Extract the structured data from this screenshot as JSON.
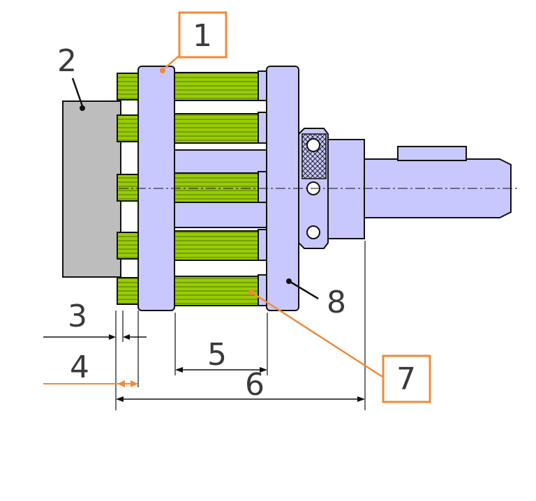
{
  "labels": {
    "part_1": "1",
    "part_2": "2",
    "dim_3": "3",
    "dim_4": "4",
    "dim_5": "5",
    "dim_6": "6",
    "part_7": "7",
    "part_8": "8"
  },
  "colors": {
    "plate": "#c8c8ff",
    "roller": "#99cc00",
    "workpiece": "#bdbdbd",
    "callout_orange": "#f08a3a",
    "outline": "#111111",
    "text": "#3a3a3a"
  }
}
